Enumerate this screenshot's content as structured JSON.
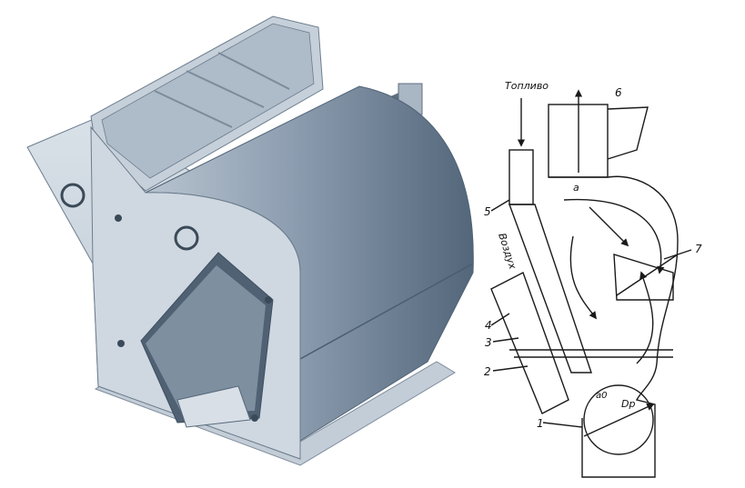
{
  "labels": {
    "fuel": "Топливо",
    "air": "Воздух",
    "n1": "1",
    "n2": "2",
    "n3": "3",
    "n4": "4",
    "n5": "5",
    "n6": "6",
    "n7": "7",
    "a": "a",
    "dimension_d": "Dр",
    "dimension_small": "a0"
  },
  "colors": {
    "body_light": "#c9d3dd",
    "body_mid": "#9aa9b8",
    "body_dark": "#56687b",
    "line": "#1a1a1a"
  }
}
